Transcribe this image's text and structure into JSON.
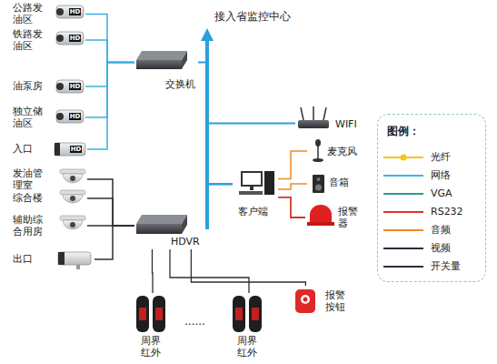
{
  "diagram": {
    "nodes": [
      {
        "text": [
          "公路发油区"
        ]
      },
      {
        "text": [
          "铁路发油区"
        ]
      },
      {
        "text": [
          "油泵房"
        ]
      },
      {
        "text": [
          "独立储油区"
        ]
      },
      {
        "text": [
          "入口"
        ]
      },
      {
        "text": [
          "交换机"
        ]
      },
      {
        "text": [
          "发油管理室"
        ]
      },
      {
        "text": [
          "综合楼"
        ]
      },
      {
        "text": [
          "辅助综合用房"
        ]
      },
      {
        "text": [
          "出口"
        ]
      },
      {
        "text": [
          "HDVR"
        ]
      },
      {
        "text": [
          "WIFI"
        ]
      },
      {
        "text": [
          "客户端"
        ]
      },
      {
        "text": [
          "麦克风"
        ]
      },
      {
        "text": [
          "音箱"
        ]
      },
      {
        "text": [
          "报警器"
        ]
      },
      {
        "text": [
          "周界红外"
        ]
      },
      {
        "text": [
          "周界红外"
        ]
      },
      {
        "text": [
          "报警按钮"
        ]
      }
    ],
    "edges": [
      {
        "from": 0,
        "to": 5,
        "arrow": "none"
      },
      {
        "from": 1,
        "to": 5,
        "arrow": "none"
      },
      {
        "from": 2,
        "to": 5,
        "arrow": "none"
      },
      {
        "from": 3,
        "to": 5,
        "arrow": "none"
      },
      {
        "from": 4,
        "to": 5,
        "arrow": "none"
      },
      {
        "from": 6,
        "to": 10,
        "arrow": "none"
      },
      {
        "from": 7,
        "to": 10,
        "arrow": "none"
      },
      {
        "from": 8,
        "to": 10,
        "arrow": "none"
      },
      {
        "from": 9,
        "to": 10,
        "arrow": "none"
      },
      {
        "from": 5,
        "to": 12,
        "arrow": "none"
      },
      {
        "from": 10,
        "to": 12,
        "arrow": "none"
      },
      {
        "from": 11,
        "to": 12,
        "arrow": "none"
      },
      {
        "from": 12,
        "to": 13,
        "arrow": "none"
      },
      {
        "from": 12,
        "to": 14,
        "arrow": "none"
      },
      {
        "from": 12,
        "to": 15,
        "arrow": "none"
      },
      {
        "from": 10,
        "to": 16,
        "arrow": "none"
      },
      {
        "from": 10,
        "to": 17,
        "arrow": "none"
      },
      {
        "from": 10,
        "to": 18,
        "arrow": "none"
      }
    ],
    "labels": [
      "接入省监控中心",
      "HD",
      "HD",
      "HD",
      "HD",
      "HD",
      "......",
      "图例："
    ],
    "legend": [
      {
        "text": "光纤"
      },
      {
        "text": "网络"
      },
      {
        "text": "VGA"
      },
      {
        "text": "RS232"
      },
      {
        "text": "音频"
      },
      {
        "text": "视频"
      },
      {
        "text": "开关量"
      }
    ]
  }
}
